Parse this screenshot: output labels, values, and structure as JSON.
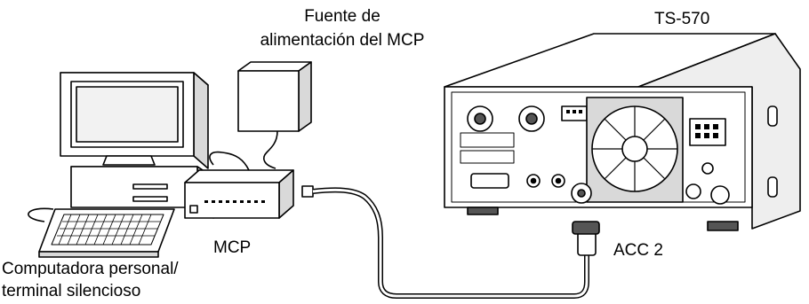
{
  "labels": {
    "power_supply_line1": "Fuente de",
    "power_supply_line2": "alimentación del MCP",
    "radio_model": "TS-570",
    "modem": "MCP",
    "port": "ACC 2",
    "computer_line1": "Computadora personal/",
    "computer_line2": "terminal silencioso"
  },
  "colors": {
    "line": "#000000",
    "fill_light": "#ffffff",
    "fill_gray": "#d9d9d9",
    "fill_dark": "#555555"
  }
}
